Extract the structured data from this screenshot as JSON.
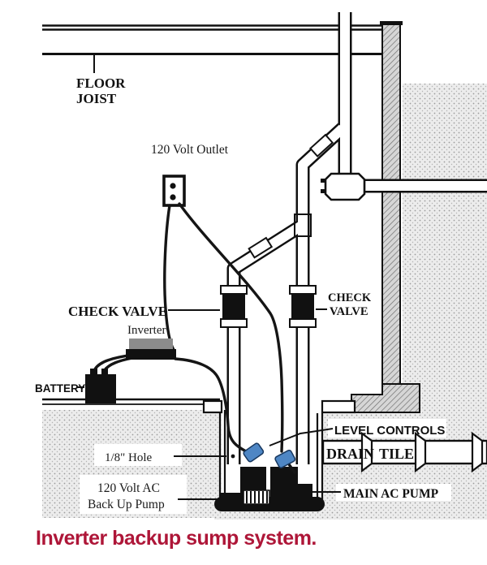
{
  "figure": {
    "caption": "Inverter backup sump system."
  },
  "labels": {
    "floor_joist_line1": "FLOOR",
    "floor_joist_line2": "JOIST",
    "outlet": "120  Volt Outlet",
    "check_valve_left": "CHECK VALVE",
    "inverter": "Inverter",
    "battery": "BATTERY",
    "check_valve_right_line1": "CHECK",
    "check_valve_right_line2": "VALVE",
    "level_controls": "LEVEL CONTROLS",
    "hole": "1/8\" Hole",
    "backup_pump_line1": "120 Volt AC",
    "backup_pump_line2": "Back Up Pump",
    "main_pump": "MAIN AC PUMP",
    "drain": "DRAIN",
    "tile": "TILE"
  },
  "colors": {
    "line": "#111111",
    "float_switch_blue": "#4e86c4",
    "inverter_gray": "#8c8c8c",
    "caption_red": "#ae1638"
  }
}
